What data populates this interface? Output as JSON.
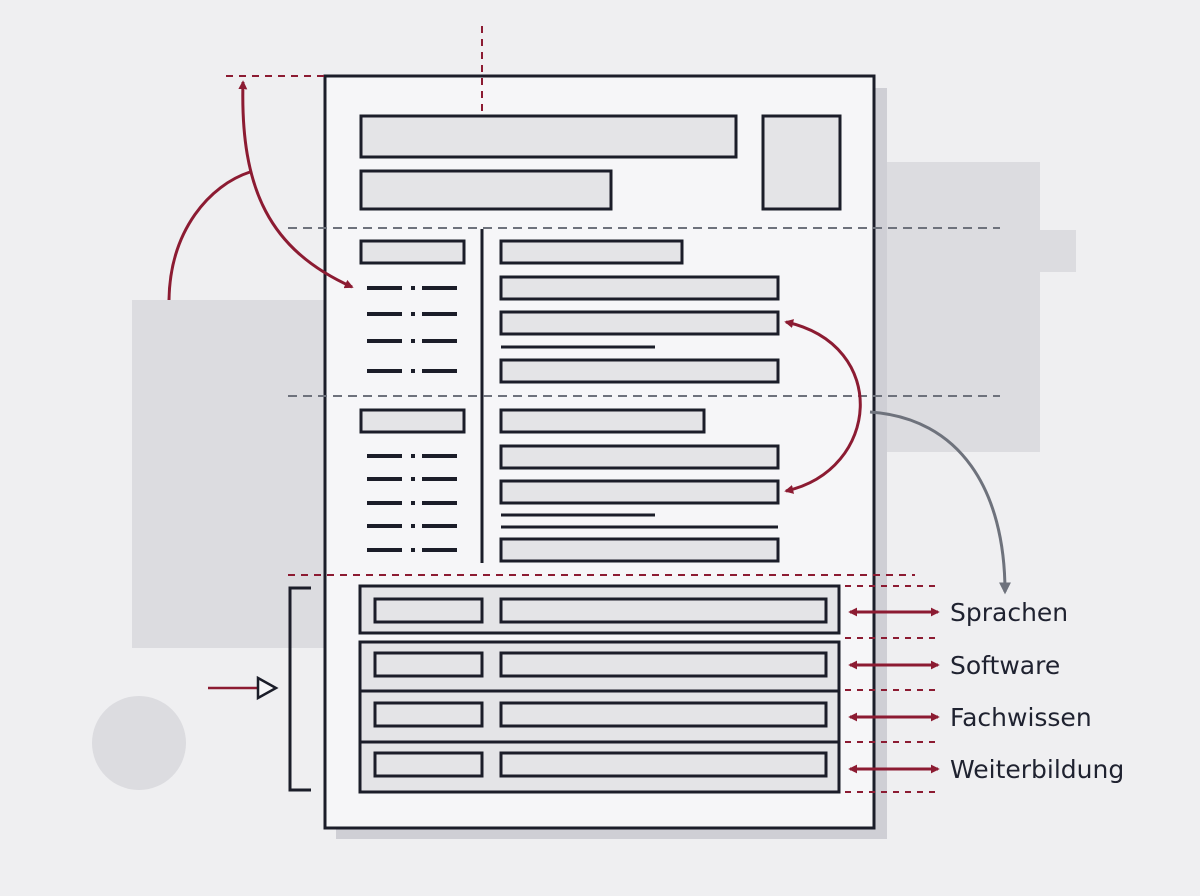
{
  "section_labels": [
    "Sprachen",
    "Software",
    "Fachwissen",
    "Weiterbildung"
  ],
  "colors": {
    "background": "#efeff1",
    "paper": "#f6f6f8",
    "outline": "#1b1d29",
    "field_fill": "#e4e4e7",
    "backdrop_shape": "#dcdce0",
    "accent": "#8c1b32",
    "guide_gray": "#6e727c",
    "label_text": "#1f2230"
  },
  "icons": {
    "arrow_accent": "double-headed-arrow-icon",
    "arrow_gray": "curved-arrow-icon",
    "pointer": "open-triangle-arrow-icon"
  }
}
